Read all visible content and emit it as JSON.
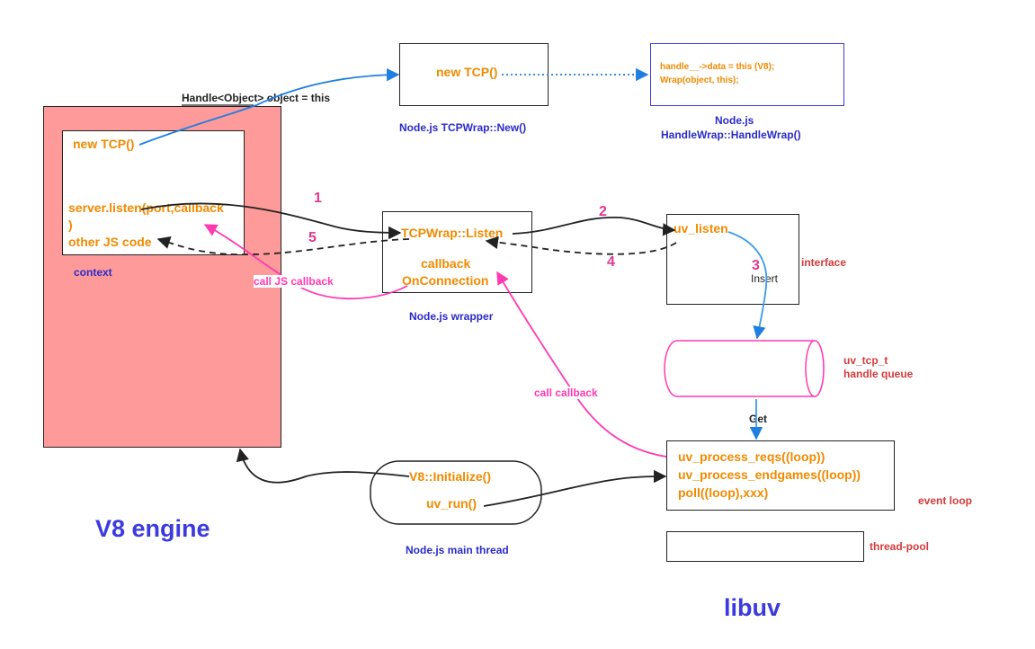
{
  "v8": {
    "handle_label": "Handle<Object> object = this",
    "new_tcp": "new TCP()",
    "server_listen_line1": "server.listen(port,callback",
    "server_listen_line2": ")",
    "other_js": "other JS code",
    "context": "context",
    "engine_title": "V8 engine"
  },
  "tcpwrap_new": {
    "new_tcp": "new TCP()",
    "caption": "Node.js TCPWrap::New()"
  },
  "handlewrap": {
    "line1": "handle__->data = this (V8);",
    "line2": "Wrap(object, this);",
    "caption_line1": "Node.js",
    "caption_line2": "HandleWrap::HandleWrap()"
  },
  "wrapper": {
    "listen": "TCPWrap::Listen",
    "callback": "callback",
    "onconnection": "OnConnection",
    "caption": "Node.js wrapper"
  },
  "interface": {
    "uv_listen": "uv_listen",
    "insert": "Insert",
    "caption": "interface"
  },
  "queue": {
    "line1": "uv_tcp_t",
    "line2": "handle queue",
    "get": "Get"
  },
  "event_loop": {
    "line1": "uv_process_reqs((loop))",
    "line2": "uv_process_endgames((loop))",
    "line3": "poll((loop),xxx)",
    "caption": "event loop"
  },
  "thread_pool": {
    "caption": "thread-pool"
  },
  "main_thread": {
    "init": "V8::Initialize()",
    "uv_run": "uv_run()",
    "caption": "Node.js main thread"
  },
  "libuv_title": "libuv",
  "edges": {
    "call_js_callback": "call JS callback",
    "call_callback": "call callback",
    "step1": "1",
    "step2": "2",
    "step3": "3",
    "step4": "4",
    "step5": "5"
  },
  "colors": {
    "v8_fill": "#ff9a9a",
    "orange_text": "#f08a00",
    "blue_arrow": "#1f7fe0",
    "pink_arrow": "#ff3ab0",
    "dark_arrow": "#222222",
    "title_blue": "#3a3ae0"
  }
}
